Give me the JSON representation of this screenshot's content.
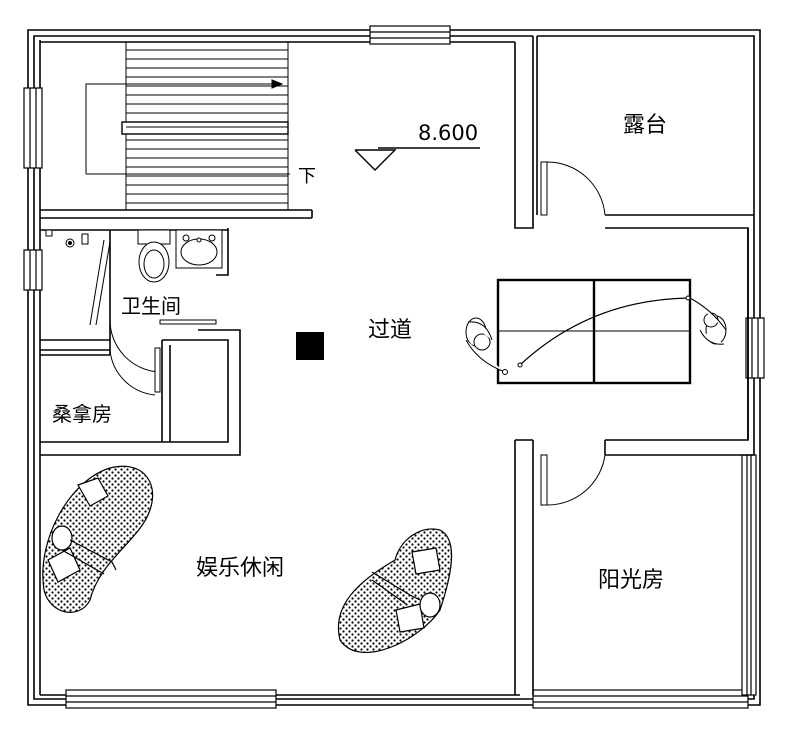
{
  "rooms": {
    "terrace": "露台",
    "bathroom": "卫生间",
    "corridor": "过道",
    "sauna": "桑拿房",
    "recreation": "娱乐休闲",
    "sunroom": "阳光房"
  },
  "elevation": {
    "value": "8.600"
  },
  "stairs": {
    "direction_label": "下"
  }
}
